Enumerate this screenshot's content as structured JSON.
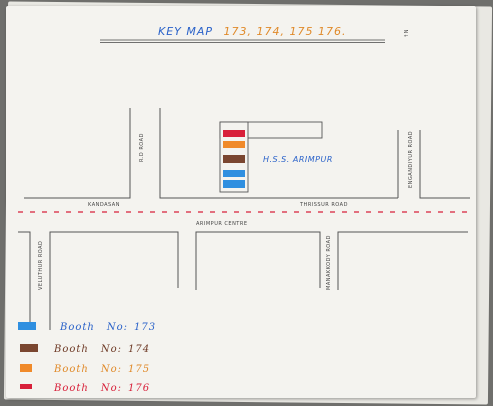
{
  "title": {
    "prefix": "KEY MAP",
    "booths": "173, 174, 175 176.",
    "prefix_color": "#2a62c9",
    "booths_color": "#e08a2a"
  },
  "corner_note": "↑N",
  "school_label": "H.S.S. ARIMPUR",
  "road_labels": {
    "kandassankadavu": "KANDASAN",
    "road_top_left": "R.D ROAD",
    "thrissur_road": "THRISSUR ROAD",
    "arimpur_centre": "ARIMPUR CENTRE",
    "top_right": "ENGANDIYUR ROAD",
    "bottom_left": "VELUTHUR ROAD",
    "bottom_right": "MANAKKODY ROAD"
  },
  "booths": [
    {
      "label": "Booth",
      "no": "No:",
      "num": "173",
      "color": "#2f8fe0",
      "text_color": "#2a62c9"
    },
    {
      "label": "Booth",
      "no": "No:",
      "num": "174",
      "color": "#7a4630",
      "text_color": "#6e3a26"
    },
    {
      "label": "Booth",
      "no": "No:",
      "num": "175",
      "color": "#f08a2a",
      "text_color": "#e08a2a"
    },
    {
      "label": "Booth",
      "no": "No:",
      "num": "176",
      "color": "#d8203a",
      "text_color": "#d8203a"
    }
  ]
}
